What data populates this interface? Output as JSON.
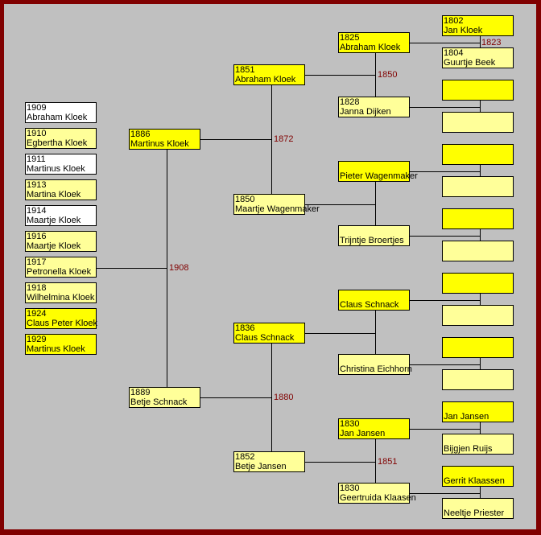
{
  "colors": {
    "border": "#800000",
    "background": "#c0c0c0",
    "male": "#ffff00",
    "female": "#ffff99",
    "unknown_child": "#ffffff",
    "marriage_year": "#800000"
  },
  "children": [
    {
      "year": "1909",
      "name": "Abraham Kloek",
      "kind": "white"
    },
    {
      "year": "1910",
      "name": "Egbertha Kloek",
      "kind": "female"
    },
    {
      "year": "1911",
      "name": "Martinus Kloek",
      "kind": "white"
    },
    {
      "year": "1913",
      "name": "Martina Kloek",
      "kind": "female"
    },
    {
      "year": "1914",
      "name": "Maartje Kloek",
      "kind": "white"
    },
    {
      "year": "1916",
      "name": "Maartje Kloek",
      "kind": "female"
    },
    {
      "year": "1917",
      "name": "Petronella Kloek",
      "kind": "female"
    },
    {
      "year": "1918",
      "name": "Wilhelmina Kloek",
      "kind": "female"
    },
    {
      "year": "1924",
      "name": "Claus Peter Kloek",
      "kind": "male"
    },
    {
      "year": "1929",
      "name": "Martinus Kloek",
      "kind": "male"
    }
  ],
  "gen1": [
    {
      "year": "1886",
      "name": "Martinus Kloek",
      "kind": "male"
    },
    {
      "year": "1889",
      "name": "Betje Schnack",
      "kind": "female"
    }
  ],
  "gen2": [
    {
      "year": "1851",
      "name": "Abraham Kloek",
      "kind": "male"
    },
    {
      "year": "1850",
      "name": "Maartje Wagenmaker",
      "kind": "female"
    },
    {
      "year": "1836",
      "name": "Claus Schnack",
      "kind": "male"
    },
    {
      "year": "1852",
      "name": "Betje Jansen",
      "kind": "female"
    }
  ],
  "gen3": [
    {
      "year": "1825",
      "name": "Abraham Kloek",
      "kind": "male"
    },
    {
      "year": "1828",
      "name": "Janna Dijken",
      "kind": "female"
    },
    {
      "year": "",
      "name": "Pieter Wagenmaker",
      "kind": "male"
    },
    {
      "year": "",
      "name": "Trijntje Broertjes",
      "kind": "female"
    },
    {
      "year": "",
      "name": "Claus Schnack",
      "kind": "male"
    },
    {
      "year": "",
      "name": "Christina Eichhorn",
      "kind": "female"
    },
    {
      "year": "1830",
      "name": "Jan Jansen",
      "kind": "male"
    },
    {
      "year": "1830",
      "name": "Geertruida Klaasen",
      "kind": "female"
    }
  ],
  "gen4": [
    {
      "year": "1802",
      "name": "Jan Kloek",
      "kind": "male"
    },
    {
      "year": "1804",
      "name": "Guurtje Beek",
      "kind": "female"
    },
    {
      "year": "",
      "name": "",
      "kind": "male"
    },
    {
      "year": "",
      "name": "",
      "kind": "female"
    },
    {
      "year": "",
      "name": "",
      "kind": "male"
    },
    {
      "year": "",
      "name": "",
      "kind": "female"
    },
    {
      "year": "",
      "name": "",
      "kind": "male"
    },
    {
      "year": "",
      "name": "",
      "kind": "female"
    },
    {
      "year": "",
      "name": "",
      "kind": "male"
    },
    {
      "year": "",
      "name": "",
      "kind": "female"
    },
    {
      "year": "",
      "name": "",
      "kind": "male"
    },
    {
      "year": "",
      "name": "",
      "kind": "female"
    },
    {
      "year": "",
      "name": "Jan Jansen",
      "kind": "male"
    },
    {
      "year": "",
      "name": "Bijgjen Ruijs",
      "kind": "female"
    },
    {
      "year": "",
      "name": "Gerrit Klaassen",
      "kind": "male"
    },
    {
      "year": "",
      "name": "Neeltje Priester",
      "kind": "female"
    }
  ],
  "marriages": {
    "gen0": [
      "1908"
    ],
    "gen1": [
      "1872",
      "1880"
    ],
    "gen2": [
      "1850",
      "",
      "",
      "1851"
    ],
    "gen3": [
      "1823",
      "",
      "",
      "",
      "",
      "",
      "",
      ""
    ]
  }
}
